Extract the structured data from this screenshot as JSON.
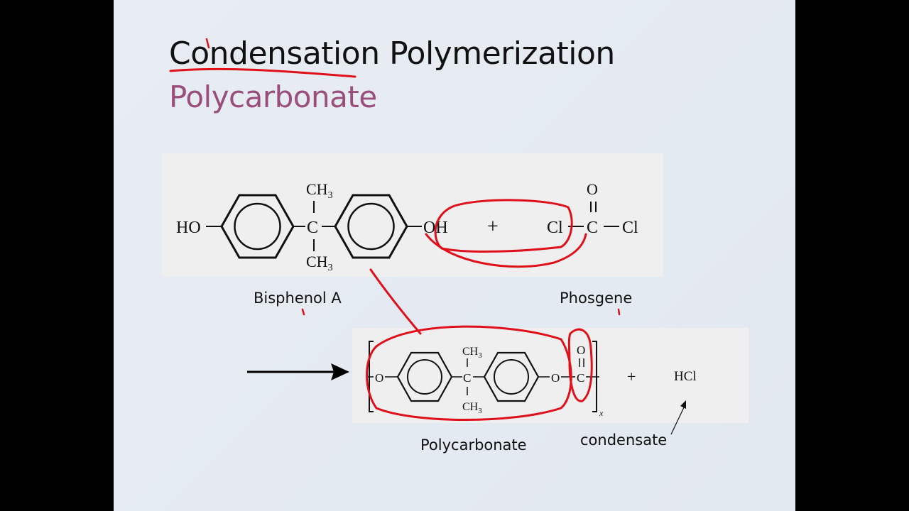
{
  "slide": {
    "title": "Condensation Polymerization",
    "subtitle": "Polycarbonate"
  },
  "reaction": {
    "ho": "HO",
    "oh": "OH",
    "ch3": "CH",
    "sub3": "3",
    "c": "C",
    "o": "O",
    "cl": "Cl",
    "plus": "+",
    "hcl": "HCl",
    "x": "x"
  },
  "labels": {
    "bisphenol_a": "Bisphenol A",
    "phosgene": "Phosgene",
    "polycarbonate": "Polycarbonate",
    "condensate": "condensate"
  },
  "colors": {
    "annotation": "#e0101a",
    "subtitle": "#9a4e7c"
  }
}
